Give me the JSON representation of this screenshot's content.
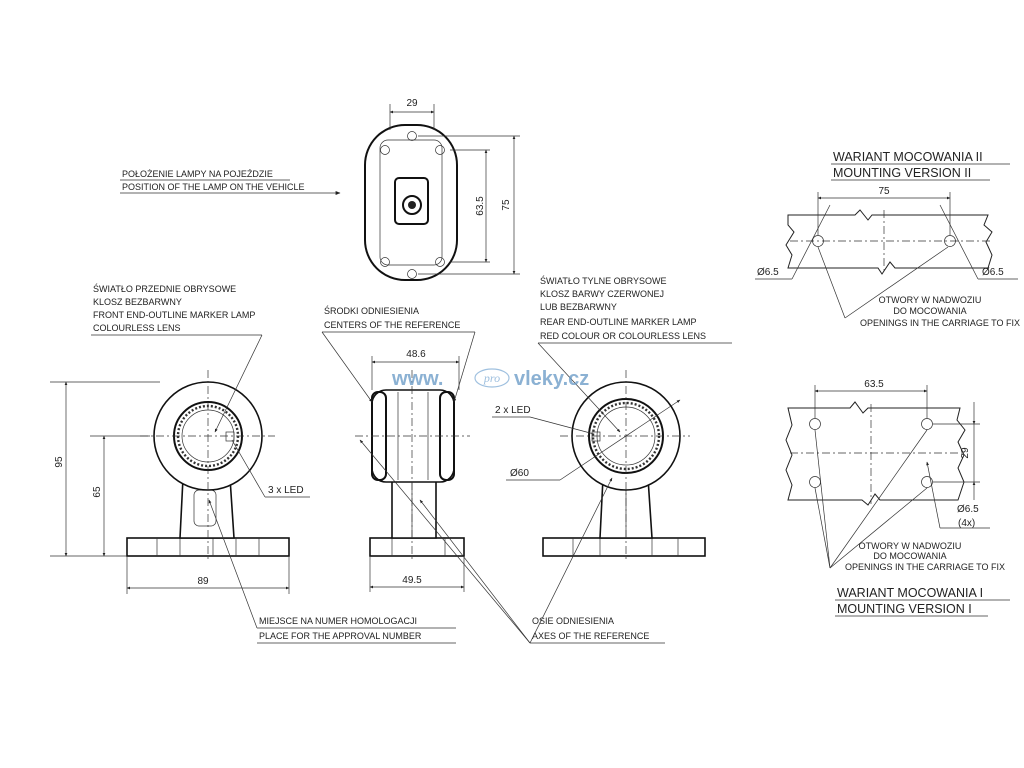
{
  "watermark": {
    "prefix": "www.",
    "pro": "pro",
    "brand": "vleky.cz"
  },
  "top_view": {
    "dim_width": "29",
    "dim_hole_spacing": "63.5",
    "dim_height": "75",
    "label_pl": "POŁOŻENIE LAMPY NA POJEŹDZIE",
    "label_en": "POSITION OF THE LAMP ON THE VEHICLE"
  },
  "front_lamp": {
    "label_pl_1": "ŚWIATŁO PRZEDNIE OBRYSOWE",
    "label_pl_2": "KLOSZ BEZBARWNY",
    "label_en_1": "FRONT END-OUTLINE MARKER LAMP",
    "label_en_2": "COLOURLESS LENS",
    "dim_total_height": "95",
    "dim_axis_height": "65",
    "dim_base_width": "89",
    "led_label": "3 x LED"
  },
  "center": {
    "label_pl": "ŚRODKI ODNIESIENIA",
    "label_en": "CENTERS OF THE REFERENCE",
    "dim_top": "48.6",
    "dim_base": "49.5"
  },
  "rear_lamp": {
    "label_pl_1": "ŚWIATŁO TYLNE OBRYSOWE",
    "label_pl_2": "KLOSZ BARWY CZERWONEJ",
    "label_pl_3": "LUB BEZBARWNY",
    "label_en_1": "REAR END-OUTLINE MARKER LAMP",
    "label_en_2": "RED COLOUR OR COLOURLESS LENS",
    "led_label": "2 x LED",
    "dim_diameter": "Ø60"
  },
  "bottom_labels": {
    "approval_pl": "MIEJSCE NA NUMER HOMOLOGACJI",
    "approval_en": "PLACE FOR THE APPROVAL NUMBER",
    "axes_pl": "OSIE ODNIESIENIA",
    "axes_en": "AXES OF THE REFERENCE"
  },
  "mounting_ii": {
    "title_pl": "WARIANT MOCOWANIA II",
    "title_en": "MOUNTING VERSION II",
    "dim_spacing": "75",
    "hole_left": "Ø6.5",
    "hole_right": "Ø6.5",
    "openings_pl_1": "OTWORY W NADWOZIU",
    "openings_pl_2": "DO MOCOWANIA",
    "openings_en": "OPENINGS IN THE CARRIAGE TO FIX"
  },
  "mounting_i": {
    "title_pl": "WARIANT MOCOWANIA I",
    "title_en": "MOUNTING VERSION I",
    "dim_spacing": "63.5",
    "dim_vertical": "29",
    "hole": "Ø6.5",
    "hole_count": "(4x)",
    "openings_pl_1": "OTWORY W NADWOZIU",
    "openings_pl_2": "DO MOCOWANIA",
    "openings_en": "OPENINGS IN THE CARRIAGE TO FIX"
  }
}
